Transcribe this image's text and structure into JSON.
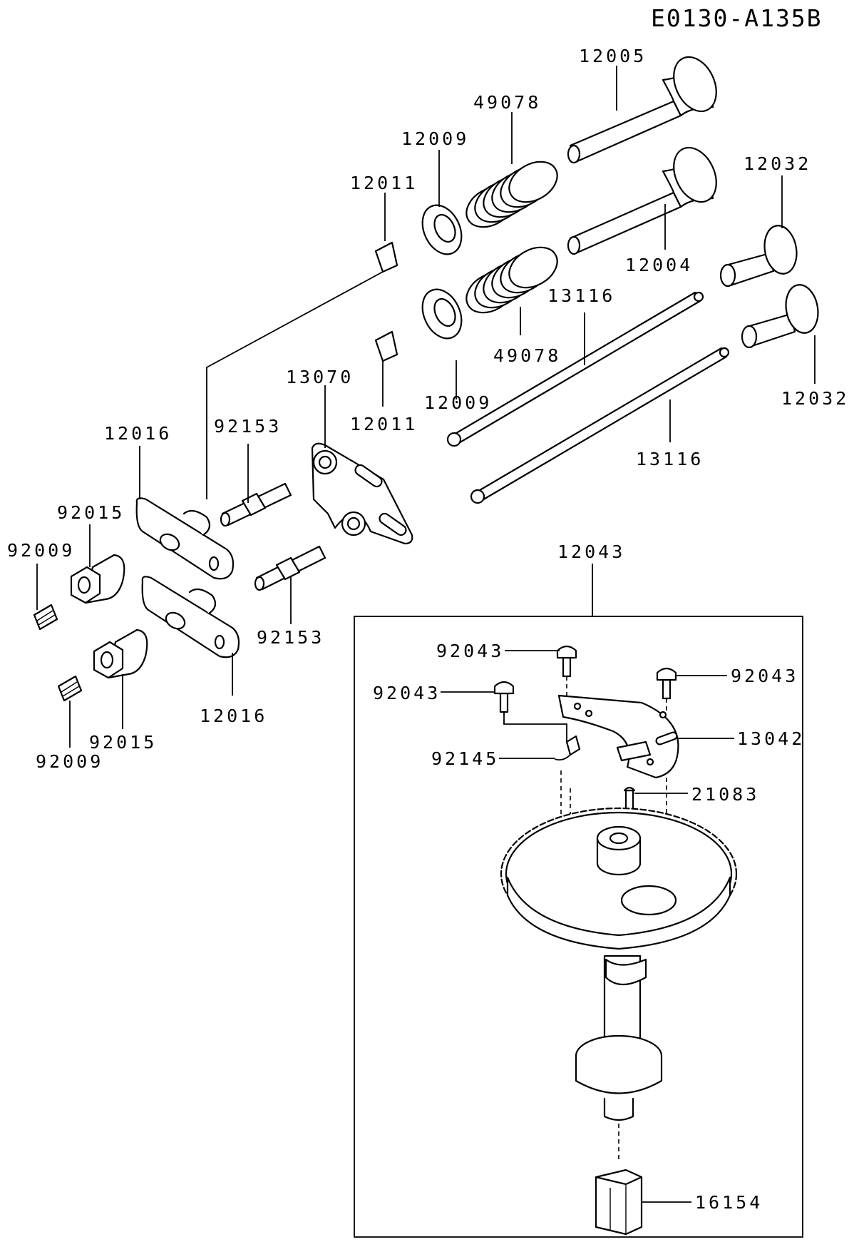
{
  "diagram_code": "E0130-A135B",
  "callouts": {
    "c12005": "12005",
    "c49078a": "49078",
    "c12009a": "12009",
    "c12011a": "12011",
    "c12032a": "12032",
    "c12004": "12004",
    "c13116a": "13116",
    "c49078b": "49078",
    "c13070": "13070",
    "c12011b": "12011",
    "c12009b": "12009",
    "c12032b": "12032",
    "c12016a": "12016",
    "c92153a": "92153",
    "c13116b": "13116",
    "c92015a": "92015",
    "c92009a": "92009",
    "c12043": "12043",
    "c92153b": "92153",
    "c12016b": "12016",
    "c92015b": "92015",
    "c92009b": "92009",
    "c92043a": "92043",
    "c92043b": "92043",
    "c92043c": "92043",
    "c13042": "13042",
    "c92145": "92145",
    "c21083": "21083",
    "c16154": "16154"
  }
}
